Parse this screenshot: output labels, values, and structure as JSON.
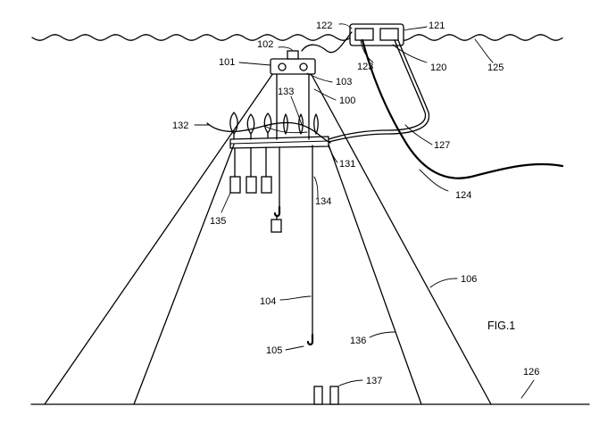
{
  "figure_label": "FIG.1",
  "labels": {
    "l100": "100",
    "l101": "101",
    "l102": "102",
    "l103": "103",
    "l104": "104",
    "l105": "105",
    "l106": "106",
    "l120": "120",
    "l121": "121",
    "l122": "122",
    "l123": "123",
    "l124": "124",
    "l125": "125",
    "l126": "126",
    "l127": "127",
    "l131": "131",
    "l132": "132",
    "l133": "133",
    "l134": "134",
    "l135": "135",
    "l136": "136",
    "l137": "137"
  }
}
